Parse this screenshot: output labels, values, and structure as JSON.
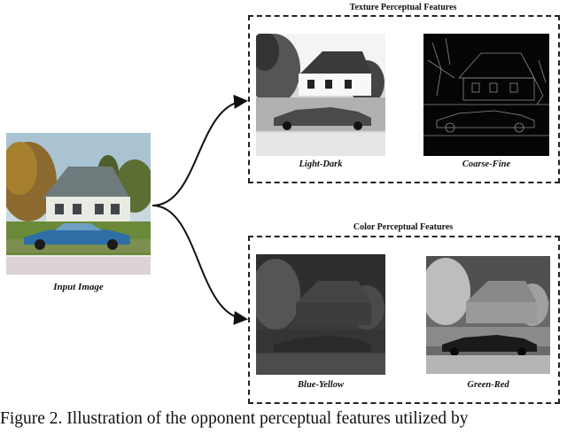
{
  "input": {
    "label": "Input Image"
  },
  "texture": {
    "title": "Texture Perceptual Features",
    "panels": [
      {
        "label": "Light-Dark"
      },
      {
        "label": "Coarse-Fine"
      }
    ]
  },
  "color": {
    "title": "Color Perceptual Features",
    "panels": [
      {
        "label": "Blue-Yellow"
      },
      {
        "label": "Green-Red"
      }
    ]
  },
  "caption": "Figure 2. Illustration of the opponent perceptual features utilized by"
}
